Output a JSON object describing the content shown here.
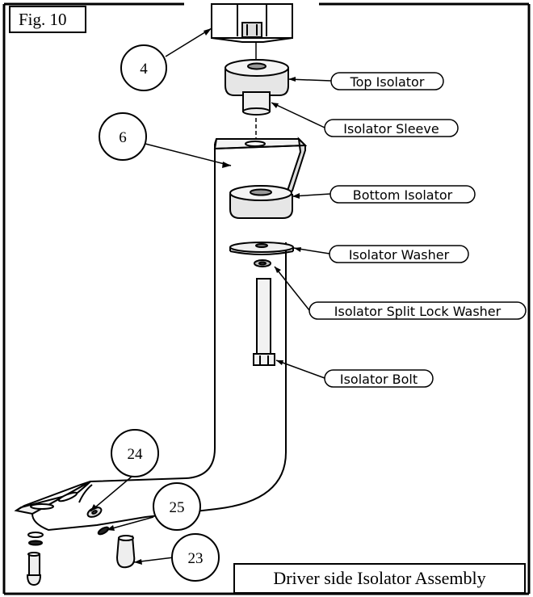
{
  "figure": {
    "label": "Fig. 10",
    "caption": "Driver side Isolator Assembly"
  },
  "parts": {
    "top_isolator": "Top Isolator",
    "isolator_sleeve": "Isolator Sleeve",
    "bottom_isolator": "Bottom Isolator",
    "isolator_washer": "Isolator Washer",
    "isolator_split_lock_washer": "Isolator Split Lock Washer",
    "isolator_bolt": "Isolator Bolt"
  },
  "callouts": {
    "c4": "4",
    "c6": "6",
    "c24": "24",
    "c25": "25",
    "c23": "23"
  }
}
